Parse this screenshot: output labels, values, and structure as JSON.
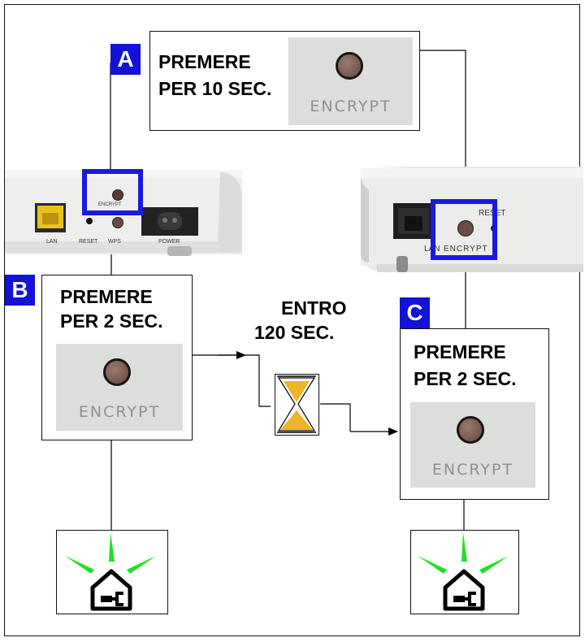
{
  "steps": {
    "a": {
      "letter": "A",
      "line1": "PREMERE",
      "line2": "PER 10 SEC.",
      "button_label": "ENCRYPT"
    },
    "b": {
      "letter": "B",
      "line1": "PREMERE",
      "line2": "PER 2 SEC.",
      "button_label": "ENCRYPT"
    },
    "c": {
      "letter": "C",
      "line1": "PREMERE",
      "line2": "PER 2 SEC.",
      "button_label": "ENCRYPT"
    }
  },
  "timer": {
    "line1": "ENTRO",
    "line2": "120 SEC."
  },
  "device_left": {
    "ports": [
      "LAN",
      "RESET",
      "WPS",
      "POWER"
    ],
    "button_label": "ENCRYPT"
  },
  "device_right": {
    "ports": [
      "LAN",
      "RESET"
    ],
    "button_label": "ENCRYPT"
  },
  "colors": {
    "step_badge": "#1212d9",
    "highlight": "#1a1adf",
    "led_rays": "#22e022",
    "hourglass_sand": "#f0b429",
    "lan_port": "#e8c21c"
  },
  "icons": [
    "hourglass-icon",
    "home-plug-led-icon"
  ]
}
